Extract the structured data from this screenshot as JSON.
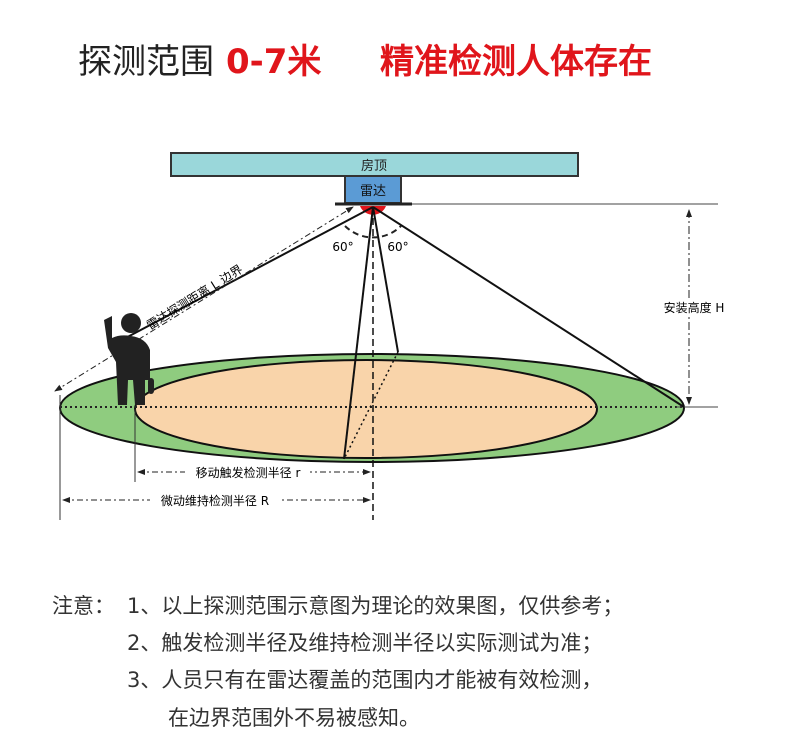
{
  "title": {
    "prefix": "探测范围",
    "range": "0-7米",
    "slogan": "精准检测人体存在"
  },
  "diagram": {
    "roof": "房顶",
    "radar": "雷达",
    "angle_left": "60°",
    "angle_right": "60°",
    "detect_distance": "雷达探测距离 L 边界",
    "install_height": "安装高度 H",
    "move_radius": "移动触发检测半径 r",
    "micro_radius": "微动维持检测半径 R",
    "colors": {
      "roof": "#9ad7da",
      "radar": "#5b9bd5",
      "outer": "#8fcc7f",
      "inner": "#f9d4aa",
      "red": "#e0151b"
    }
  },
  "notes": {
    "label": "注意：",
    "items": [
      "1、以上探测范围示意图为理论的效果图，仅供参考；",
      "2、触发检测半径及维持检测半径以实际测试为准；",
      "3、人员只有在雷达覆盖的范围内才能被有效检测，",
      "在边界范围外不易被感知。"
    ]
  }
}
